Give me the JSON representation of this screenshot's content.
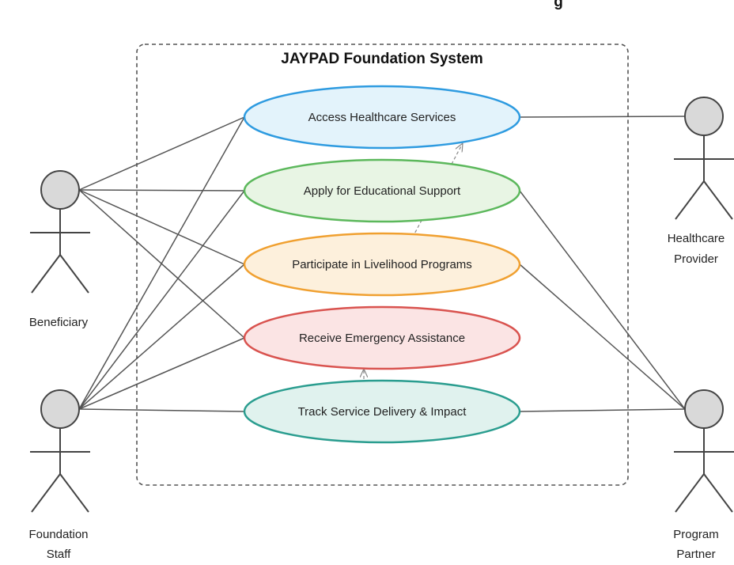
{
  "system": {
    "title": "JAYPAD Foundation System"
  },
  "top_cut_title": "g",
  "actors": [
    {
      "id": "beneficiary",
      "label_lines": [
        "Beneficiary"
      ]
    },
    {
      "id": "staff",
      "label_lines": [
        "Foundation",
        "Staff"
      ]
    },
    {
      "id": "healthcare",
      "label_lines": [
        "Healthcare",
        "Provider"
      ]
    },
    {
      "id": "partner",
      "label_lines": [
        "Program",
        "Partner"
      ]
    }
  ],
  "use_cases": [
    {
      "id": "healthcare",
      "label": "Access Healthcare Services",
      "stroke": "#2e9be0",
      "fill": "#e3f3fb"
    },
    {
      "id": "education",
      "label": "Apply for Educational Support",
      "stroke": "#5cb85c",
      "fill": "#e8f5e4"
    },
    {
      "id": "livelihood",
      "label": "Participate in Livelihood Programs",
      "stroke": "#f0a030",
      "fill": "#fdf0dc"
    },
    {
      "id": "emergency",
      "label": "Receive Emergency Assistance",
      "stroke": "#d9534f",
      "fill": "#fbe4e4"
    },
    {
      "id": "track",
      "label": "Track Service Delivery & Impact",
      "stroke": "#2a9d8f",
      "fill": "#e0f2ee"
    }
  ],
  "associations": [
    {
      "actor": "beneficiary",
      "use_case": "healthcare"
    },
    {
      "actor": "beneficiary",
      "use_case": "education"
    },
    {
      "actor": "beneficiary",
      "use_case": "livelihood"
    },
    {
      "actor": "beneficiary",
      "use_case": "emergency"
    },
    {
      "actor": "staff",
      "use_case": "healthcare"
    },
    {
      "actor": "staff",
      "use_case": "education"
    },
    {
      "actor": "staff",
      "use_case": "livelihood"
    },
    {
      "actor": "staff",
      "use_case": "emergency"
    },
    {
      "actor": "staff",
      "use_case": "track"
    },
    {
      "actor": "healthcare",
      "use_case": "healthcare"
    },
    {
      "actor": "partner",
      "use_case": "education"
    },
    {
      "actor": "partner",
      "use_case": "livelihood"
    },
    {
      "actor": "partner",
      "use_case": "track"
    }
  ],
  "dependencies": [
    {
      "from": "livelihood",
      "to": "healthcare"
    },
    {
      "from": "track",
      "to": "emergency"
    }
  ]
}
